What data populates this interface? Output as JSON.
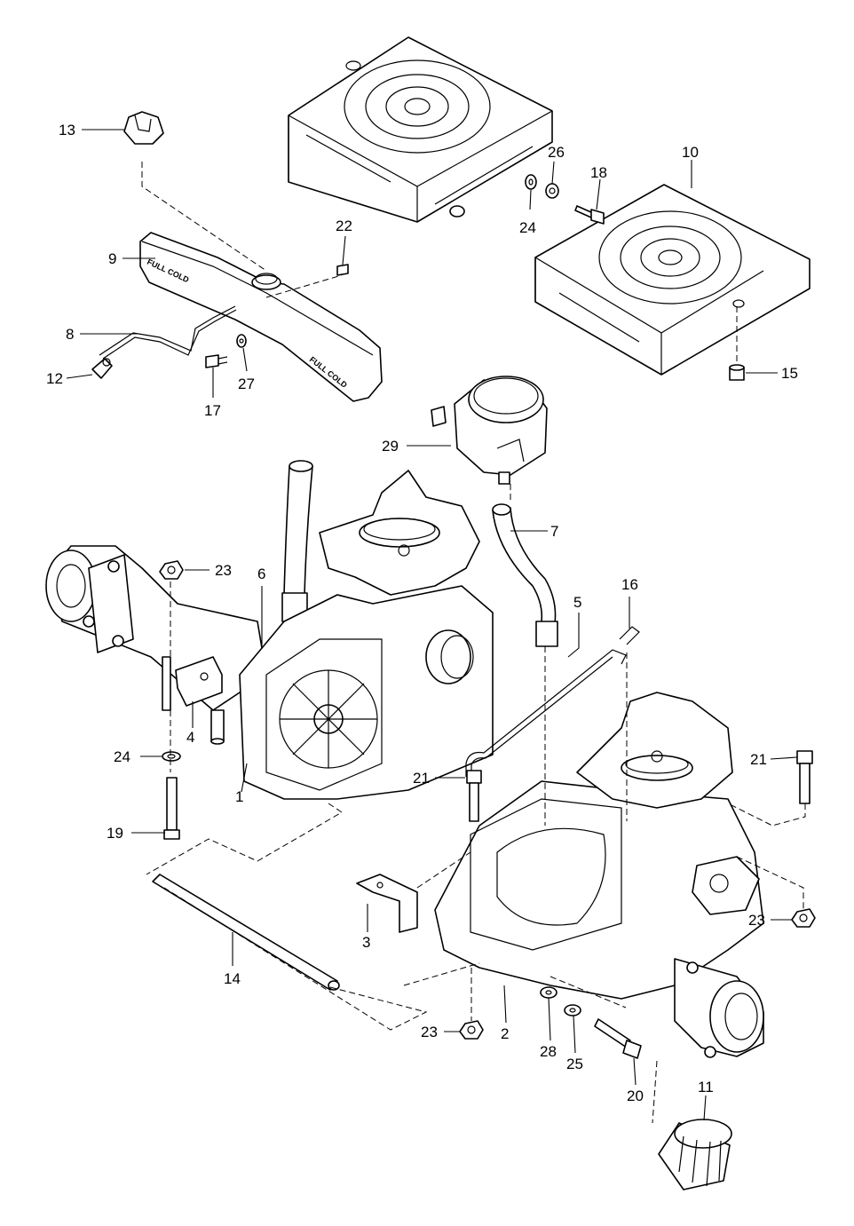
{
  "callouts": {
    "c1": "1",
    "c2": "2",
    "c3": "3",
    "c4": "4",
    "c5": "5",
    "c6": "6",
    "c7": "7",
    "c8": "8",
    "c9": "9",
    "c10": "10",
    "c11": "11",
    "c12": "12",
    "c13": "13",
    "c14": "14",
    "c15": "15",
    "c16": "16",
    "c17": "17",
    "c18": "18",
    "c19": "19",
    "c20": "20",
    "c21a": "21",
    "c21b": "21",
    "c22": "22",
    "c23a": "23",
    "c23b": "23",
    "c23c": "23",
    "c24a": "24",
    "c24b": "24",
    "c25": "25",
    "c26": "26",
    "c27": "27",
    "c28": "28",
    "c29": "29"
  },
  "tank_marks": {
    "upper": "FULL COLD",
    "lower": "FULL COLD"
  }
}
